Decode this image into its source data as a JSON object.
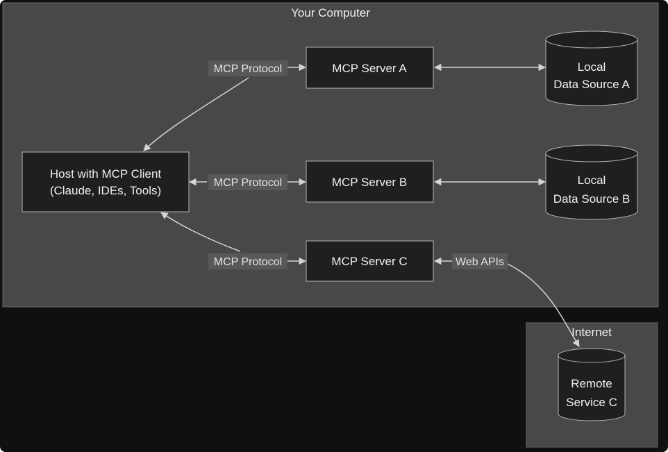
{
  "clusters": {
    "computer": "Your Computer",
    "internet": "Internet"
  },
  "nodes": {
    "host": [
      "Host with MCP Client",
      "(Claude, IDEs, Tools)"
    ],
    "server_a": "MCP Server A",
    "server_b": "MCP Server B",
    "server_c": "MCP Server C",
    "source_a": [
      "Local",
      "Data Source A"
    ],
    "source_b": [
      "Local",
      "Data Source B"
    ],
    "remote_c": [
      "Remote",
      "Service C"
    ]
  },
  "edges": {
    "host_a": "MCP Protocol",
    "host_b": "MCP Protocol",
    "host_c": "MCP Protocol",
    "c_remote": "Web APIs"
  },
  "colors": {
    "background": "#101010",
    "cluster_fill": "#484848",
    "node_fill": "#1f1f1f",
    "border": "#b5b5b5",
    "text": "#f0f0f0",
    "label_bg": "#585858"
  }
}
